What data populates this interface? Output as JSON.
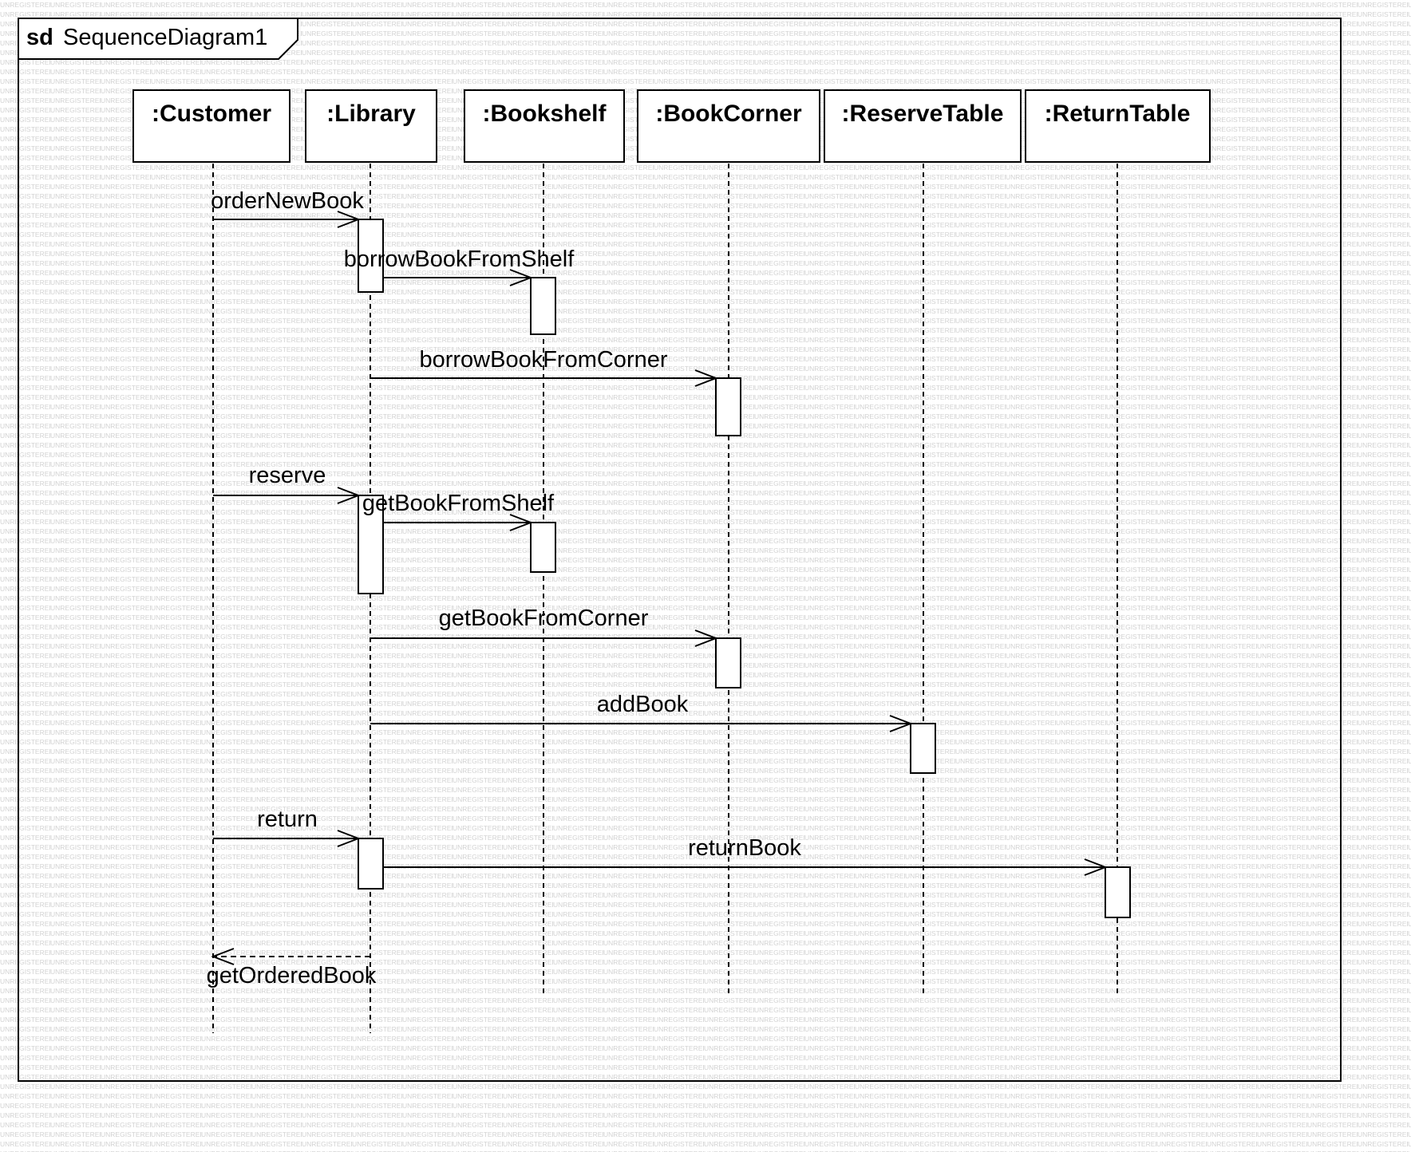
{
  "diagram": {
    "frame": {
      "keyword": "sd",
      "name": "SequenceDiagram1"
    },
    "watermark": "UNREGISTERED",
    "lifelines": [
      {
        "id": "customer",
        "label": ":Customer"
      },
      {
        "id": "library",
        "label": ":Library"
      },
      {
        "id": "bookshelf",
        "label": ":Bookshelf"
      },
      {
        "id": "bookcorner",
        "label": ":BookCorner"
      },
      {
        "id": "reservetable",
        "label": ":ReserveTable"
      },
      {
        "id": "returntable",
        "label": ":ReturnTable"
      }
    ],
    "messages": [
      {
        "label": "orderNewBook",
        "from": "customer",
        "to": "library",
        "kind": "call"
      },
      {
        "label": "borrowBookFromShelf",
        "from": "library",
        "to": "bookshelf",
        "kind": "call"
      },
      {
        "label": "borrowBookFromCorner",
        "from": "library",
        "to": "bookcorner",
        "kind": "call"
      },
      {
        "label": "reserve",
        "from": "customer",
        "to": "library",
        "kind": "call"
      },
      {
        "label": "getBookFromShelf",
        "from": "library",
        "to": "bookshelf",
        "kind": "call"
      },
      {
        "label": "getBookFromCorner",
        "from": "library",
        "to": "bookcorner",
        "kind": "call"
      },
      {
        "label": "addBook",
        "from": "library",
        "to": "reservetable",
        "kind": "call"
      },
      {
        "label": "return",
        "from": "customer",
        "to": "library",
        "kind": "call"
      },
      {
        "label": "returnBook",
        "from": "library",
        "to": "returntable",
        "kind": "call"
      },
      {
        "label": "getOrderedBook",
        "from": "library",
        "to": "customer",
        "kind": "reply"
      }
    ]
  }
}
